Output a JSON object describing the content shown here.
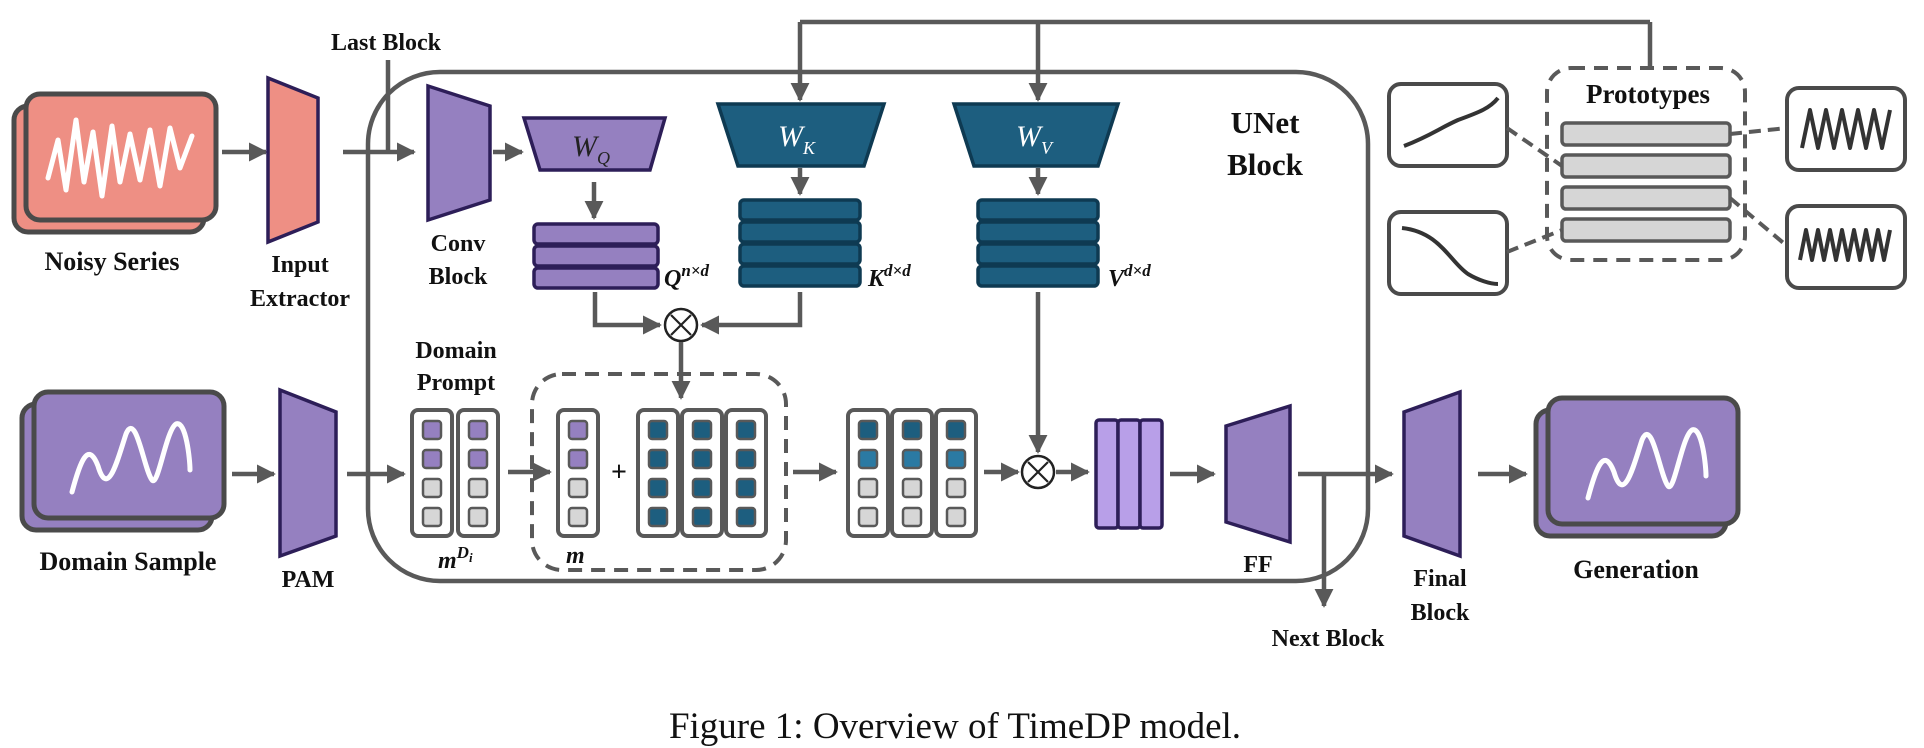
{
  "labels": {
    "noisy_series": "Noisy Series",
    "input_extractor_1": "Input",
    "input_extractor_2": "Extractor",
    "last_block": "Last Block",
    "conv_block_1": "Conv",
    "conv_block_2": "Block",
    "w_q": "W",
    "w_q_sub": "Q",
    "w_k": "W",
    "w_k_sub": "K",
    "w_v": "W",
    "w_v_sub": "V",
    "q_base": "Q",
    "q_sup": "n×d",
    "k_base": "K",
    "k_sup": "d×d",
    "v_base": "V",
    "v_sup": "d×d",
    "unet_1": "UNet",
    "unet_2": "Block",
    "prototypes": "Prototypes",
    "domain_prompt_1": "Domain",
    "domain_prompt_2": "Prompt",
    "m_di_base": "m",
    "m_di_sup": "D",
    "m_di_subsup": "i",
    "m": "m",
    "plus": "+",
    "multiply": "⊗",
    "domain_sample": "Domain Sample",
    "pam": "PAM",
    "ff": "FF",
    "next_block": "Next Block",
    "final_block_1": "Final",
    "final_block_2": "Block",
    "generation": "Generation"
  },
  "caption": "Figure 1: Overview of TimeDP model.",
  "colors": {
    "salmon": "#ee8f84",
    "purple": "#9580c0",
    "dark_purple": "#2d1e58",
    "light_purple": "#b89fe8",
    "teal": "#1d5e7f",
    "teal_dark": "#0e3a52",
    "teal_cell": "#2b7aa3",
    "gray_cell": "#d6d6d6",
    "line": "#595959"
  }
}
